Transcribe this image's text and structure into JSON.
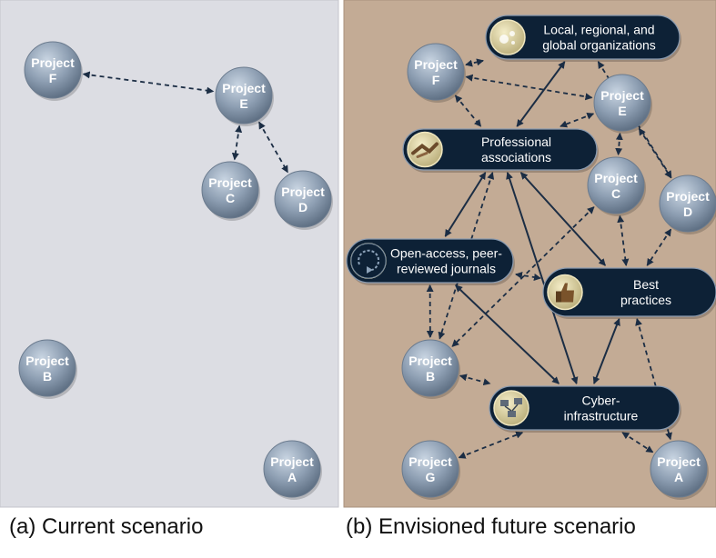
{
  "colors": {
    "panel_a_bg": "#dcdde3",
    "panel_b_bg": "#c3ab95",
    "node_fill": "#8e9fb3",
    "node_text": "#ffffff",
    "resource_fill": "#0d2136",
    "resource_text": "#ffffff",
    "connector": "#1b2d44",
    "caption_text": "#111111"
  },
  "panel_a": {
    "caption": "(a) Current scenario",
    "projects": [
      {
        "id": "F",
        "line1": "Project",
        "line2": "F"
      },
      {
        "id": "E",
        "line1": "Project",
        "line2": "E"
      },
      {
        "id": "C",
        "line1": "Project",
        "line2": "C"
      },
      {
        "id": "D",
        "line1": "Project",
        "line2": "D"
      },
      {
        "id": "B",
        "line1": "Project",
        "line2": "B"
      },
      {
        "id": "A",
        "line1": "Project",
        "line2": "A"
      }
    ],
    "links": [
      {
        "from": "F",
        "to": "E",
        "style": "dashed"
      },
      {
        "from": "E",
        "to": "C",
        "style": "dashed"
      },
      {
        "from": "E",
        "to": "D",
        "style": "dashed"
      }
    ]
  },
  "panel_b": {
    "caption": "(b) Envisioned future scenario",
    "projects": [
      {
        "id": "F",
        "line1": "Project",
        "line2": "F"
      },
      {
        "id": "E",
        "line1": "Project",
        "line2": "E"
      },
      {
        "id": "C",
        "line1": "Project",
        "line2": "C"
      },
      {
        "id": "D",
        "line1": "Project",
        "line2": "D"
      },
      {
        "id": "B",
        "line1": "Project",
        "line2": "B"
      },
      {
        "id": "G",
        "line1": "Project",
        "line2": "G"
      },
      {
        "id": "A",
        "line1": "Project",
        "line2": "A"
      }
    ],
    "resources": [
      {
        "id": "org",
        "lines": [
          "Local, regional, and",
          "global organizations"
        ],
        "icon": "globe-icon"
      },
      {
        "id": "prof",
        "lines": [
          "Professional",
          "associations"
        ],
        "icon": "handshake-icon"
      },
      {
        "id": "journal",
        "lines": [
          "Open-access, peer-",
          "reviewed journals"
        ],
        "icon": "refresh-arrow-icon"
      },
      {
        "id": "best",
        "lines": [
          "Best",
          "practices"
        ],
        "icon": "thumbs-up-icon"
      },
      {
        "id": "cyber",
        "lines": [
          "Cyber-",
          "infrastructure"
        ],
        "icon": "network-computers-icon"
      }
    ],
    "links": [
      {
        "from": "F",
        "to": "org",
        "style": "dashed"
      },
      {
        "from": "F",
        "to": "E",
        "style": "dashed"
      },
      {
        "from": "F",
        "to": "prof",
        "style": "dashed"
      },
      {
        "from": "org",
        "to": "prof",
        "style": "solid"
      },
      {
        "from": "org",
        "to": "D",
        "style": "dashed"
      },
      {
        "from": "E",
        "to": "prof",
        "style": "dashed"
      },
      {
        "from": "E",
        "to": "C",
        "style": "dashed"
      },
      {
        "from": "E",
        "to": "D",
        "style": "dashed"
      },
      {
        "from": "prof",
        "to": "journal",
        "style": "solid"
      },
      {
        "from": "prof",
        "to": "best",
        "style": "solid"
      },
      {
        "from": "prof",
        "to": "cyber",
        "style": "solid"
      },
      {
        "from": "prof",
        "to": "B",
        "style": "dashed"
      },
      {
        "from": "C",
        "to": "B",
        "style": "dashed"
      },
      {
        "from": "C",
        "to": "best",
        "style": "dashed"
      },
      {
        "from": "journal",
        "to": "best",
        "style": "dashed"
      },
      {
        "from": "journal",
        "to": "cyber",
        "style": "solid"
      },
      {
        "from": "journal",
        "to": "B",
        "style": "dashed"
      },
      {
        "from": "B",
        "to": "cyber",
        "style": "dashed"
      },
      {
        "from": "G",
        "to": "cyber",
        "style": "dashed"
      },
      {
        "from": "cyber",
        "to": "A",
        "style": "dashed"
      },
      {
        "from": "best",
        "to": "cyber",
        "style": "solid"
      },
      {
        "from": "best",
        "to": "A",
        "style": "dashed"
      },
      {
        "from": "D",
        "to": "best",
        "style": "dashed"
      }
    ]
  }
}
